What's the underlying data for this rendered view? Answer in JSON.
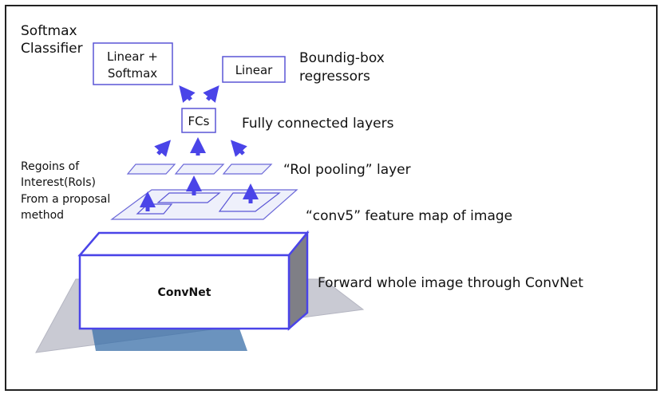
{
  "labels": {
    "softmax_classifier": [
      "Softmax",
      "Classifier"
    ],
    "linear_softmax": [
      "Linear +",
      "Softmax"
    ],
    "linear": "Linear",
    "bbox_regressors": [
      "Boundig-box",
      "regressors"
    ],
    "fcs": "FCs",
    "fully_connected": "Fully connected layers",
    "roi_pooling": "“RoI pooling” layer",
    "rois": [
      "Regoins of",
      "Interest(RoIs)",
      "From a proposal",
      "method"
    ],
    "conv5": "“conv5” feature map of image",
    "convnet": "ConvNet",
    "forward": "Forward whole image through ConvNet"
  },
  "colors": {
    "accent": "#4a44e8",
    "box_stroke": "#5a55d6",
    "plane_fill": "#eef0fb",
    "plane_stroke": "#6b68d8",
    "image_fill": "#c9cad3"
  }
}
